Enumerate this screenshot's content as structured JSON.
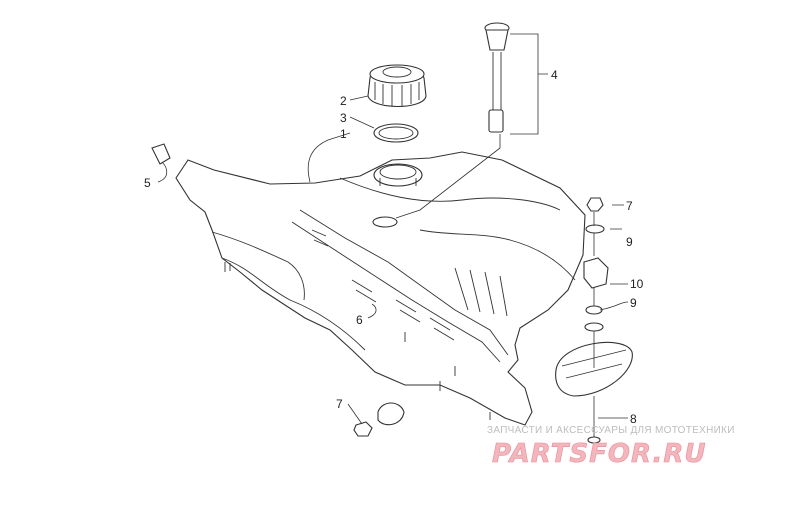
{
  "callouts": [
    {
      "id": "c1",
      "label": "1"
    },
    {
      "id": "c2",
      "label": "2"
    },
    {
      "id": "c3",
      "label": "3"
    },
    {
      "id": "c4",
      "label": "4"
    },
    {
      "id": "c5",
      "label": "5"
    },
    {
      "id": "c6",
      "label": "6"
    },
    {
      "id": "c7a",
      "label": "7"
    },
    {
      "id": "c7b",
      "label": "7"
    },
    {
      "id": "c8",
      "label": "8"
    },
    {
      "id": "c9a",
      "label": "9"
    },
    {
      "id": "c9b",
      "label": "9"
    },
    {
      "id": "c10",
      "label": "10"
    }
  ],
  "watermark": {
    "tagline": "ЗАПЧАСТИ И АКСЕССУАРЫ ДЛЯ МОТОТЕХНИКИ",
    "logo": "PARTSFOR.RU",
    "logo_color": "#e8939c"
  }
}
